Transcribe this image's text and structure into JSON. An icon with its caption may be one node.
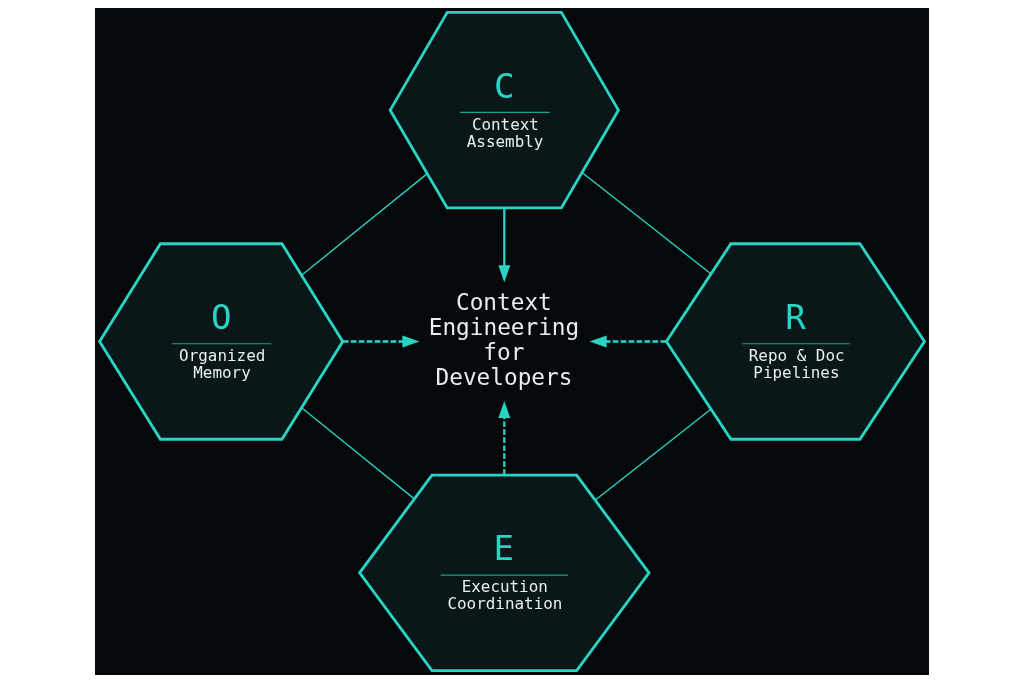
{
  "diagram": {
    "nodes": [
      {
        "text": [
          "C",
          "Context Assembly"
        ]
      },
      {
        "text": [
          "O",
          "Organized Memory"
        ]
      },
      {
        "text": [
          "Context Engineering for Developers"
        ]
      },
      {
        "text": [
          "R",
          "Repo & Doc Pipelines"
        ]
      },
      {
        "text": [
          "E",
          "Execution Coordination"
        ]
      }
    ],
    "edges": [
      {
        "from": 0,
        "to": 2,
        "arrow": "to"
      },
      {
        "from": 1,
        "to": 2,
        "arrow": "to",
        "style": "dashed"
      },
      {
        "from": 3,
        "to": 2,
        "arrow": "to",
        "style": "dashed"
      },
      {
        "from": 4,
        "to": 2,
        "arrow": "to",
        "style": "dashed"
      },
      {
        "from": 0,
        "to": 1,
        "arrow": "none"
      },
      {
        "from": 0,
        "to": 3,
        "arrow": "none"
      },
      {
        "from": 1,
        "to": 4,
        "arrow": "none"
      },
      {
        "from": 3,
        "to": 4,
        "arrow": "none"
      }
    ]
  }
}
